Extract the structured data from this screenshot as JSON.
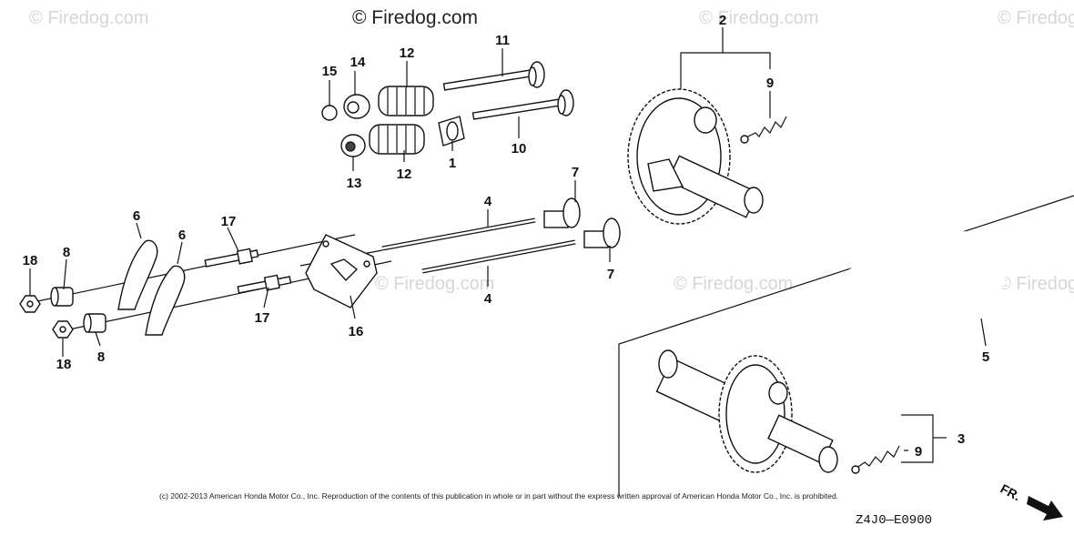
{
  "watermarks": {
    "main": "© Firedog.com",
    "repeat": "© Firedog.com"
  },
  "copyright": "(c) 2002-2013 American Honda Motor Co., Inc. Reproduction of the contents of this publication in whole or in part without the express written approval of American Honda Motor Co., Inc. is prohibited.",
  "diagram_code": "Z4J0—E0900",
  "direction_label": "FR.",
  "labels": {
    "p1": "1",
    "p2": "2",
    "p3": "3",
    "p4a": "4",
    "p4b": "4",
    "p5": "5",
    "p6a": "6",
    "p6b": "6",
    "p7a": "7",
    "p7b": "7",
    "p8a": "8",
    "p8b": "8",
    "p9a": "9",
    "p9b": "9",
    "p10": "10",
    "p11": "11",
    "p12a": "12",
    "p12b": "12",
    "p13": "13",
    "p14": "14",
    "p15": "15",
    "p16": "16",
    "p17a": "17",
    "p17b": "17",
    "p18a": "18",
    "p18b": "18"
  }
}
